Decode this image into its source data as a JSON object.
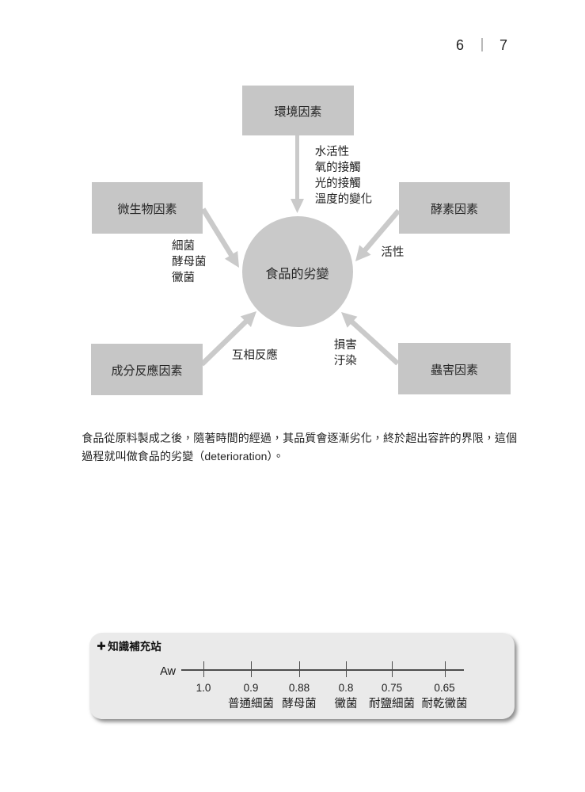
{
  "page_header": {
    "left_page_number": "6",
    "right_page_number": "7"
  },
  "diagram": {
    "center_label": "食品的劣變",
    "boxes": [
      {
        "id": "environment",
        "label": "環境因素"
      },
      {
        "id": "microbial",
        "label": "微生物因素"
      },
      {
        "id": "enzyme",
        "label": "酵素因素"
      },
      {
        "id": "component_reaction",
        "label": "成分反應因素"
      },
      {
        "id": "pest",
        "label": "蟲害因素"
      }
    ],
    "annotations": {
      "environment": [
        "水活性",
        "氧的接觸",
        "光的接觸",
        "溫度的變化"
      ],
      "microbial": [
        "細菌",
        "酵母菌",
        "黴菌"
      ],
      "enzyme": [
        "活性"
      ],
      "component_reaction": [
        "互相反應"
      ],
      "pest": [
        "損害",
        "汙染"
      ]
    }
  },
  "paragraph": {
    "lines": [
      "食品從原料製成之後，隨著時間的經過，其品質會逐漸劣化，終於超出容許的界限，這個",
      "過程就叫做食品的劣變（deterioration）。"
    ],
    "text": "食品從原料製成之後，隨著時間的經過，其品質會逐漸劣化，終於超出容許的界限，這個過程就叫做食品的劣變（deterioration）。"
  },
  "knowledge_panel": {
    "plus_icon": "plus",
    "title": "知識補充站",
    "axis_label": "Aw",
    "scale": [
      {
        "value": "1.0",
        "organism": ""
      },
      {
        "value": "0.9",
        "organism": "普通細菌"
      },
      {
        "value": "0.88",
        "organism": "酵母菌"
      },
      {
        "value": "0.8",
        "organism": "黴菌"
      },
      {
        "value": "0.75",
        "organism": "耐鹽細菌"
      },
      {
        "value": "0.65",
        "organism": "耐乾黴菌"
      }
    ]
  },
  "colors": {
    "box_fill": "#c6c6c6",
    "circle_fill": "#c9c9c9",
    "arrow_fill": "#cacaca",
    "panel_fill": "#eaeaea",
    "text": "#1f1f1f"
  }
}
